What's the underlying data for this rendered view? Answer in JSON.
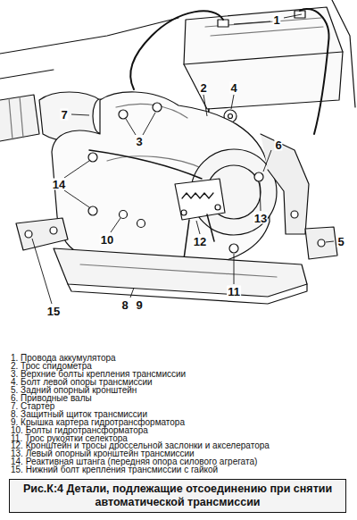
{
  "diagram": {
    "caption": "Рис.К:4 Детали, подлежащие отсоединению при снятии автоматической трансмиссии",
    "labels": [
      "1",
      "2",
      "4",
      "7",
      "3",
      "6",
      "14",
      "10",
      "13",
      "5",
      "12",
      "11",
      "15",
      "8",
      "9",
      "1. Провода аккумулятора",
      "2. Трос спидометра",
      "3. Верхние болты крепления трансмиссии",
      "4. Болт левой опоры трансмиссии",
      "5. Задний опорный кронштейн",
      "6. Приводные валы",
      "7. Стартер",
      "8. Защитный щиток трансмиссии",
      "9. Крышка картера гидротрансформатора",
      "10. Болты гидротрансформатора",
      "11. Трос рукоятки селектора",
      "12. Кронштейн и тросы дроссельной заслонки и акселератора",
      "13. Левый опорный кронштейн трансмиссии",
      "14. Реактивная штанга (передняя опора силового агрегата)",
      "15. Нижний болт крепления трансмиссии с гайкой"
    ]
  }
}
